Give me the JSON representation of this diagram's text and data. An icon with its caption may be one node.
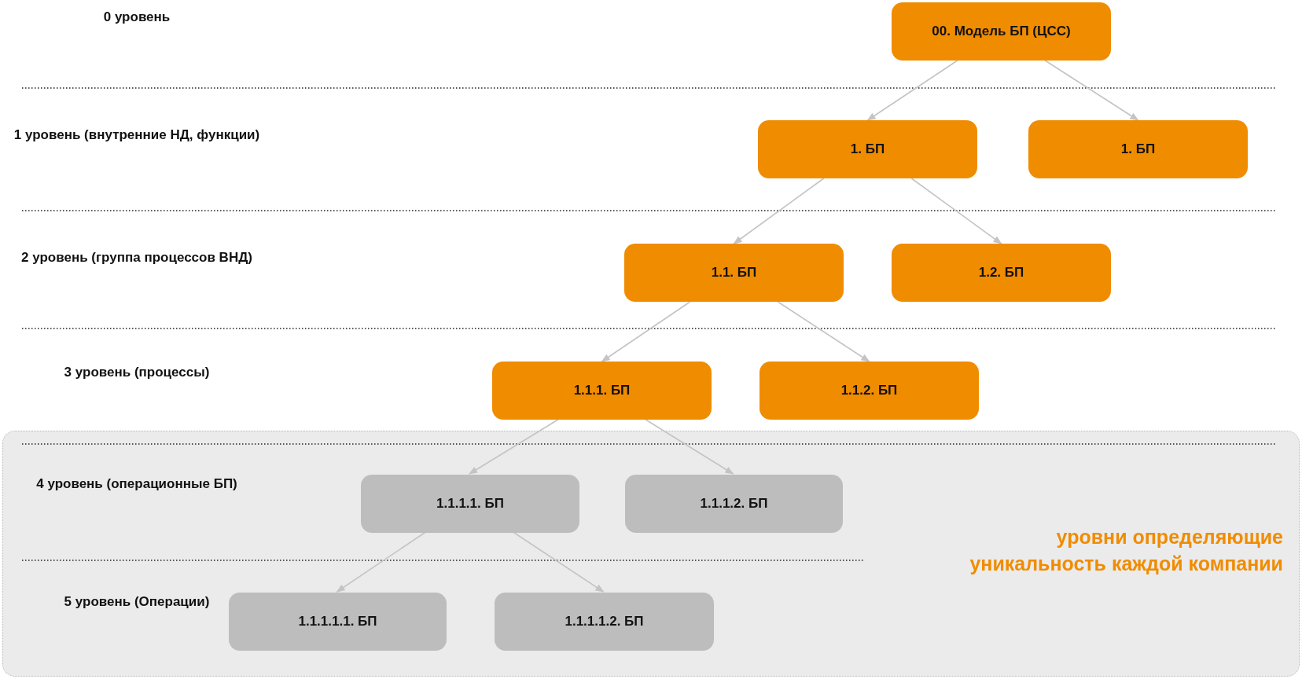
{
  "diagram": {
    "nodes": [
      {
        "text": [
          "00. Модель БП (ЦСС)"
        ]
      },
      {
        "text": [
          "1. БП"
        ]
      },
      {
        "text": [
          "1. БП"
        ]
      },
      {
        "text": [
          "1.1. БП"
        ]
      },
      {
        "text": [
          "1.2. БП"
        ]
      },
      {
        "text": [
          "1.1.1. БП"
        ]
      },
      {
        "text": [
          "1.1.2. БП"
        ]
      },
      {
        "text": [
          "уровни определяющие уникальность каждой компании"
        ]
      },
      {
        "text": [
          "1.1.1.1. БП"
        ],
        "in": 7
      },
      {
        "text": [
          "1.1.1.2. БП"
        ],
        "in": 7
      },
      {
        "text": [
          "1.1.1.1.1. БП"
        ],
        "in": 7
      },
      {
        "text": [
          "1.1.1.1.2. БП"
        ],
        "in": 7
      }
    ],
    "edges": [
      {
        "from": 0,
        "to": 1,
        "arrow": "to"
      },
      {
        "from": 0,
        "to": 2,
        "arrow": "to"
      },
      {
        "from": 1,
        "to": 3,
        "arrow": "to"
      },
      {
        "from": 1,
        "to": 4,
        "arrow": "to"
      },
      {
        "from": 3,
        "to": 5,
        "arrow": "to"
      },
      {
        "from": 3,
        "to": 6,
        "arrow": "to"
      },
      {
        "from": 5,
        "to": 8,
        "arrow": "to"
      },
      {
        "from": 5,
        "to": 9,
        "arrow": "to"
      },
      {
        "from": 8,
        "to": 10,
        "arrow": "to"
      },
      {
        "from": 8,
        "to": 11,
        "arrow": "to"
      }
    ],
    "labels": [
      "0 уровень",
      "1 уровень (внутренние НД, функции)",
      "2 уровень (группа процессов ВНД)",
      "3 уровень (процессы)",
      "4 уровень (операционные БП)",
      "5 уровень (Операции)"
    ]
  }
}
